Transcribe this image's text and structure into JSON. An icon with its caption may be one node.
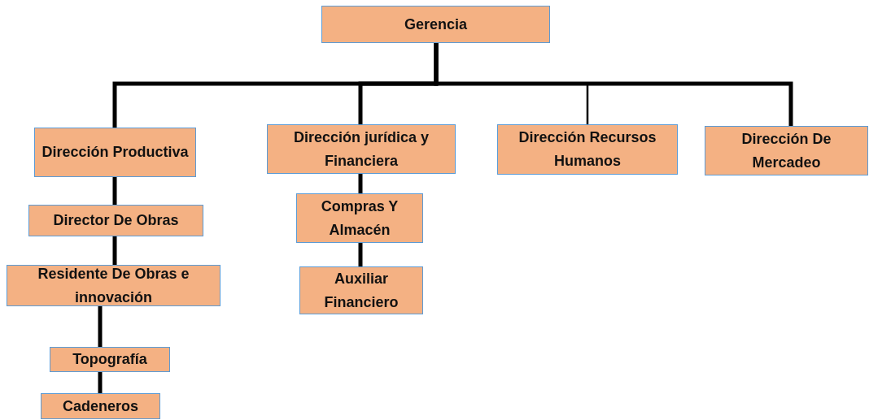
{
  "diagram": {
    "nodes": [
      {
        "text": [
          "Gerencia"
        ]
      },
      {
        "text": [
          "Dirección Productiva"
        ]
      },
      {
        "text": [
          "Dirección  jurídica y Financiera"
        ]
      },
      {
        "text": [
          "Dirección Recursos Humanos"
        ]
      },
      {
        "text": [
          "Dirección De Mercadeo"
        ]
      },
      {
        "text": [
          "Director De Obras"
        ]
      },
      {
        "text": [
          "Residente De Obras e innovación"
        ]
      },
      {
        "text": [
          "Topografía"
        ]
      },
      {
        "text": [
          "Cadeneros"
        ]
      },
      {
        "text": [
          "Compras Y Almacén"
        ]
      },
      {
        "text": [
          "Auxiliar Financiero"
        ]
      }
    ],
    "edges": [
      {
        "from": 0,
        "to": 1,
        "arrow": "none"
      },
      {
        "from": 0,
        "to": 2,
        "arrow": "none"
      },
      {
        "from": 0,
        "to": 3,
        "arrow": "none"
      },
      {
        "from": 0,
        "to": 4,
        "arrow": "none"
      },
      {
        "from": 1,
        "to": 5,
        "arrow": "none"
      },
      {
        "from": 5,
        "to": 6,
        "arrow": "none"
      },
      {
        "from": 6,
        "to": 7,
        "arrow": "none"
      },
      {
        "from": 7,
        "to": 8,
        "arrow": "none"
      },
      {
        "from": 2,
        "to": 9,
        "arrow": "none"
      },
      {
        "from": 9,
        "to": 10,
        "arrow": "none"
      }
    ]
  }
}
